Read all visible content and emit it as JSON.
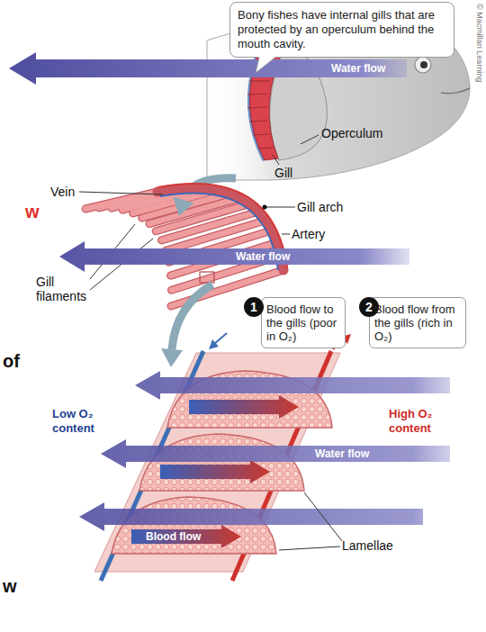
{
  "diagram": {
    "nodes": [
      {
        "text": [
          "Bony fishes have internal gills that are protected by an operculum behind the mouth cavity."
        ]
      },
      {
        "text": [
          "Blood flow to the gills (poor in O₂)"
        ]
      },
      {
        "text": [
          "Blood flow from the gills (rich in O₂)"
        ]
      }
    ],
    "labels": [
      "Water flow",
      "Operculum",
      "Gill",
      "Gill arch",
      "Vein",
      "Artery",
      "Water flow",
      "Gill filaments",
      "1",
      "2",
      "Low O₂ content",
      "Water flow",
      "High O₂ content",
      "Blood flow",
      "Lamellae",
      "w",
      "of",
      "w",
      "© Macmillan Learning"
    ]
  }
}
